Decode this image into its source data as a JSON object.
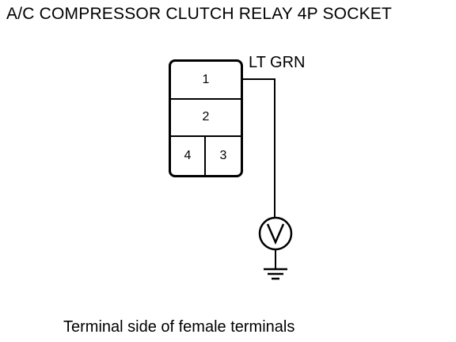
{
  "title": "A/C COMPRESSOR CLUTCH RELAY 4P SOCKET",
  "connector": {
    "terminals": {
      "t1": "1",
      "t2": "2",
      "t3": "3",
      "t4": "4"
    }
  },
  "wire": {
    "color_label": "LT GRN"
  },
  "meter": {
    "symbol": "V",
    "icon": "voltmeter-icon"
  },
  "ground": {
    "icon": "ground-symbol-icon"
  },
  "caption": "Terminal side of female terminals"
}
